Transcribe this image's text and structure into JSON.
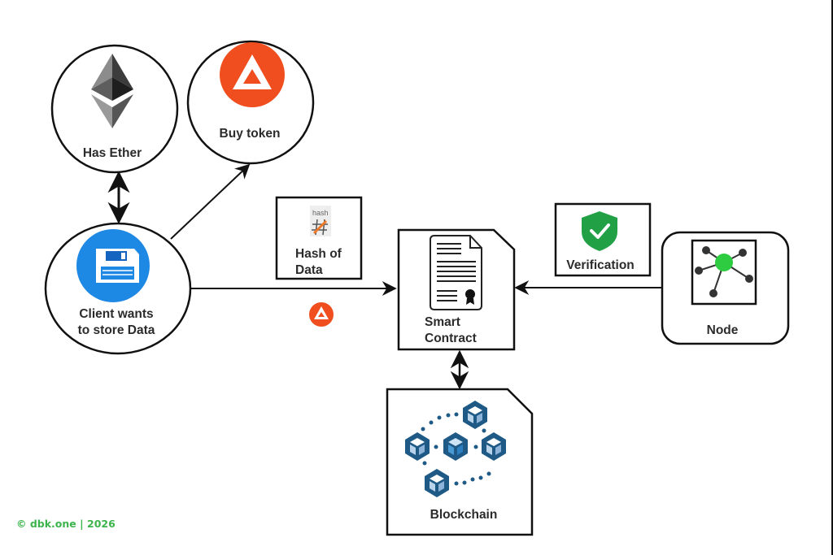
{
  "diagram": {
    "nodes": {
      "has_ether": {
        "label": "Has Ether",
        "icon": "ethereum-icon"
      },
      "buy_token": {
        "label": "Buy token",
        "icon": "bat-token-icon"
      },
      "client": {
        "label_line1": "Client wants",
        "label_line2": "to store Data",
        "icon": "floppy-disk-icon"
      },
      "hash_of_data": {
        "label_line1": "Hash of",
        "label_line2": "Data",
        "icon_text": "hash",
        "icon": "hash-icon"
      },
      "smart_contract": {
        "label_line1": "Smart",
        "label_line2": "Contract",
        "icon": "contract-document-icon"
      },
      "verification": {
        "label": "Verification",
        "icon": "shield-check-icon"
      },
      "node": {
        "label": "Node",
        "icon": "network-node-icon"
      },
      "blockchain": {
        "label": "Blockchain",
        "icon": "blockchain-cubes-icon"
      }
    },
    "edges": [
      {
        "from": "has_ether",
        "to": "client",
        "type": "bidirectional"
      },
      {
        "from": "client",
        "to": "buy_token",
        "type": "directed"
      },
      {
        "from": "client",
        "to": "smart_contract",
        "type": "directed",
        "annotation_icon": "bat-token-icon"
      },
      {
        "from": "node",
        "to": "smart_contract",
        "type": "directed"
      },
      {
        "from": "smart_contract",
        "to": "blockchain",
        "type": "bidirectional"
      }
    ],
    "colors": {
      "token_orange": "#f04e1e",
      "floppy_blue": "#1e88e5",
      "shield_green": "#22a046",
      "node_green": "#2ecc40",
      "block_blue": "#1f5a87",
      "copyright_green": "#3cb44b"
    }
  },
  "footer": {
    "copyright": "© dbk.one | 2026"
  }
}
